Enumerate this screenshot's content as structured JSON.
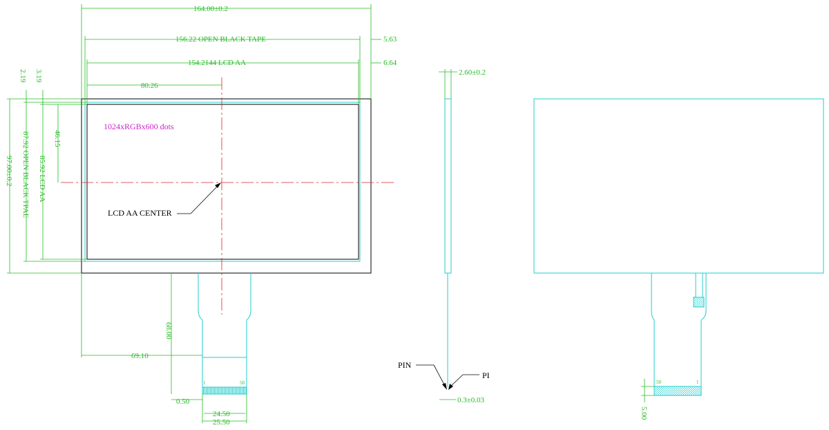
{
  "dimensions": {
    "overall_width": "164.00±0.2",
    "open_tape_width": "156.22 OPEN BLACK TAPE",
    "aa_width": "154.2144 LCD AA",
    "right_tape_margin": "5.63",
    "right_aa_margin": "6.64",
    "aa_center_x": "80.26",
    "top_tape_margin": "3.19",
    "top_aa_margin": "2.19",
    "open_tape_height": "87.92 OPEN BLACK TPAE",
    "overall_height": "97.00±0.2",
    "aa_height": "85.92 LCD AA",
    "aa_center_y": "46.15",
    "fpc_length": "68.00",
    "fpc_offset": "69.10",
    "pin_pitch": "0.50",
    "pin_span": "24.50",
    "connector_width": "25.50",
    "thickness": "2.60±0.2",
    "fpc_thickness": "0.3±0.03",
    "back_tail": "5.00"
  },
  "labels": {
    "resolution": "1024xRGBx600 dots",
    "aa_center": "LCD AA CENTER",
    "pin_left": "PIN",
    "pin_right": "PI",
    "pin_first_front": "1",
    "pin_last_front": "50",
    "pin_first_back": "1",
    "pin_last_back": "50"
  },
  "colors": {
    "panel_outline": "#000000",
    "cyan_outline": "#22cccc",
    "dimension": "#22bb22",
    "centerline": "#dd2222",
    "annotation": "#cc22cc"
  }
}
